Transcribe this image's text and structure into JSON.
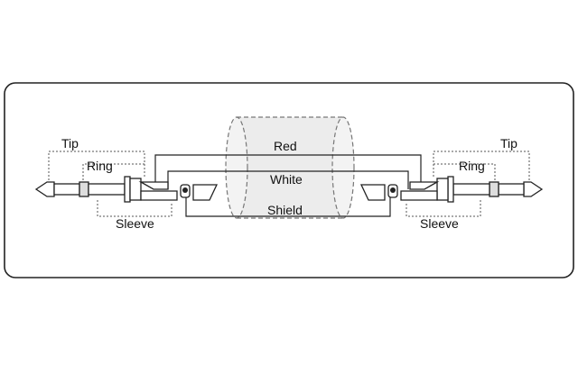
{
  "labels": {
    "left": {
      "tip": "Tip",
      "ring": "Ring",
      "sleeve": "Sleeve"
    },
    "right": {
      "tip": "Tip",
      "ring": "Ring",
      "sleeve": "Sleeve"
    },
    "wires": {
      "red": "Red",
      "white": "White",
      "shield": "Shield"
    }
  },
  "colors": {
    "line": "#222222",
    "dotted": "#555555",
    "shield_dash": "#888888",
    "shield_fill": "#ececec",
    "background": "#ffffff"
  }
}
